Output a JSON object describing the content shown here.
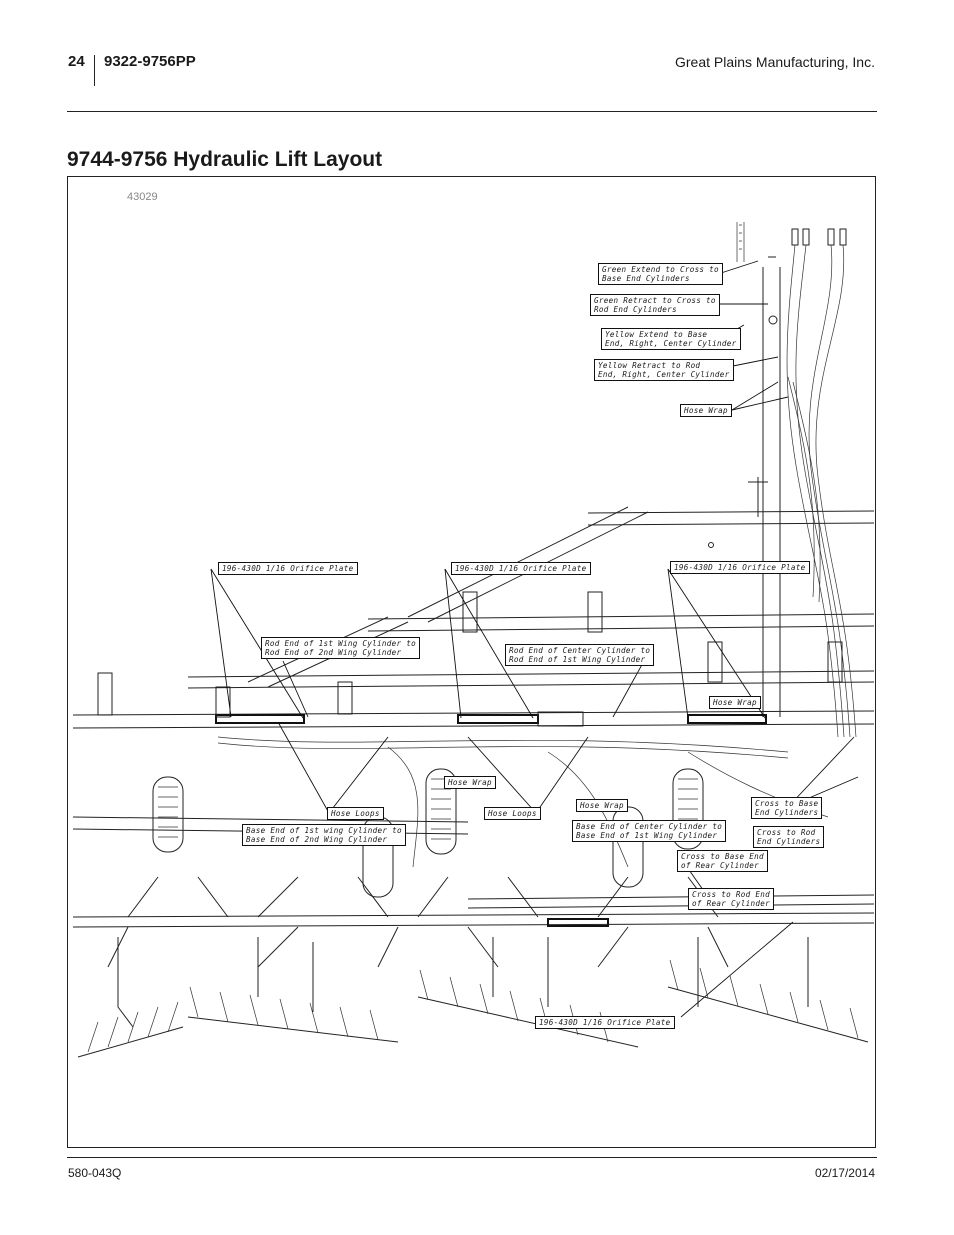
{
  "header": {
    "page_number": "24",
    "document": "9322-9756PP",
    "company": "Great Plains Manufacturing, Inc."
  },
  "title": "9744-9756 Hydraulic Lift Layout",
  "figure_number": "43029",
  "callouts": [
    {
      "id": "green-extend",
      "lines": [
        "Green Extend to Cross to",
        "Base End Cylinders"
      ]
    },
    {
      "id": "green-retract",
      "lines": [
        "Green Retract to Cross to",
        "Rod End Cylinders"
      ]
    },
    {
      "id": "yellow-extend",
      "lines": [
        "Yellow Extend to Base",
        "End, Right, Center Cylinder"
      ]
    },
    {
      "id": "yellow-retract",
      "lines": [
        "Yellow Retract to Rod",
        "End, Right, Center Cylinder"
      ]
    },
    {
      "id": "hose-wrap-top",
      "lines": [
        "Hose Wrap"
      ]
    },
    {
      "id": "orifice-1",
      "lines": [
        "196-430D 1/16 Orifice Plate"
      ]
    },
    {
      "id": "orifice-2",
      "lines": [
        "196-430D 1/16 Orifice Plate"
      ]
    },
    {
      "id": "orifice-3",
      "lines": [
        "196-430D 1/16 Orifice Plate"
      ]
    },
    {
      "id": "rod-1st-wing",
      "lines": [
        "Rod End of 1st Wing Cylinder to",
        "Rod End of 2nd Wing Cylinder"
      ]
    },
    {
      "id": "rod-center",
      "lines": [
        "Rod End of Center Cylinder to",
        "Rod End of 1st Wing Cylinder"
      ]
    },
    {
      "id": "hose-wrap-right",
      "lines": [
        "Hose Wrap"
      ]
    },
    {
      "id": "hose-wrap-mid",
      "lines": [
        "Hose Wrap"
      ]
    },
    {
      "id": "hose-loops-1",
      "lines": [
        "Hose Loops"
      ]
    },
    {
      "id": "hose-loops-2",
      "lines": [
        "Hose Loops"
      ]
    },
    {
      "id": "hose-wrap-center",
      "lines": [
        "Hose Wrap"
      ]
    },
    {
      "id": "base-1st-wing",
      "lines": [
        "Base End of 1st wing Cylinder to",
        "Base End of 2nd Wing Cylinder"
      ]
    },
    {
      "id": "base-center",
      "lines": [
        "Base End of Center Cylinder to",
        "Base End of 1st Wing Cylinder"
      ]
    },
    {
      "id": "cross-base",
      "lines": [
        "Cross to Base",
        "End Cylinders"
      ]
    },
    {
      "id": "cross-rod",
      "lines": [
        "Cross to Rod",
        "End Cylinders"
      ]
    },
    {
      "id": "cross-base-rear",
      "lines": [
        "Cross to Base End",
        "of Rear Cylinder"
      ]
    },
    {
      "id": "cross-rod-rear",
      "lines": [
        "Cross to Rod End",
        "of Rear Cylinder"
      ]
    },
    {
      "id": "orifice-bottom",
      "lines": [
        "196-430D 1/16 Orifice Plate"
      ]
    }
  ],
  "footer": {
    "part_number": "580-043Q",
    "date": "02/17/2014"
  }
}
